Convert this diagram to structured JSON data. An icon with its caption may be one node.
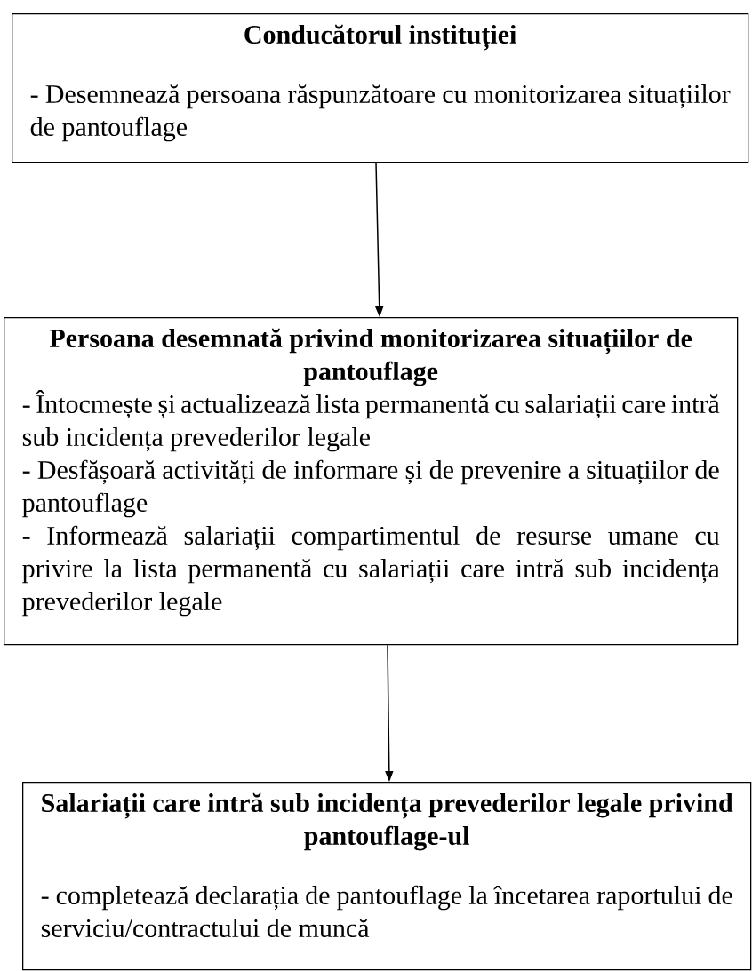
{
  "diagram": {
    "nodes": [
      {
        "text": [
          "Conducătorul instituției",
          "- Desemnează persoana răspunzătoare cu monitorizarea situațiilor de pantouflage"
        ]
      },
      {
        "text": [
          "Persoana desemnată privind monitorizarea situațiilor de pantouflage",
          "- Întocmește și actualizează lista permanentă cu salariații care intră sub incidența prevederilor legale",
          "- Desfășoară activități de informare și de prevenire a situațiilor de pantouflage",
          "- Informează salariații compartimentul de resurse umane cu privire la lista permanentă cu salariații care intră sub incidența prevederilor legale"
        ]
      },
      {
        "text": [
          "Salariații care intră sub incidența prevederilor legale privind pantouflage-ul",
          "- completează declarația de pantouflage la încetarea raportului de serviciu/contractului de muncă"
        ]
      }
    ],
    "edges": [
      {
        "from": 0,
        "to": 1,
        "arrow": "to"
      },
      {
        "from": 1,
        "to": 2,
        "arrow": "to"
      }
    ]
  }
}
